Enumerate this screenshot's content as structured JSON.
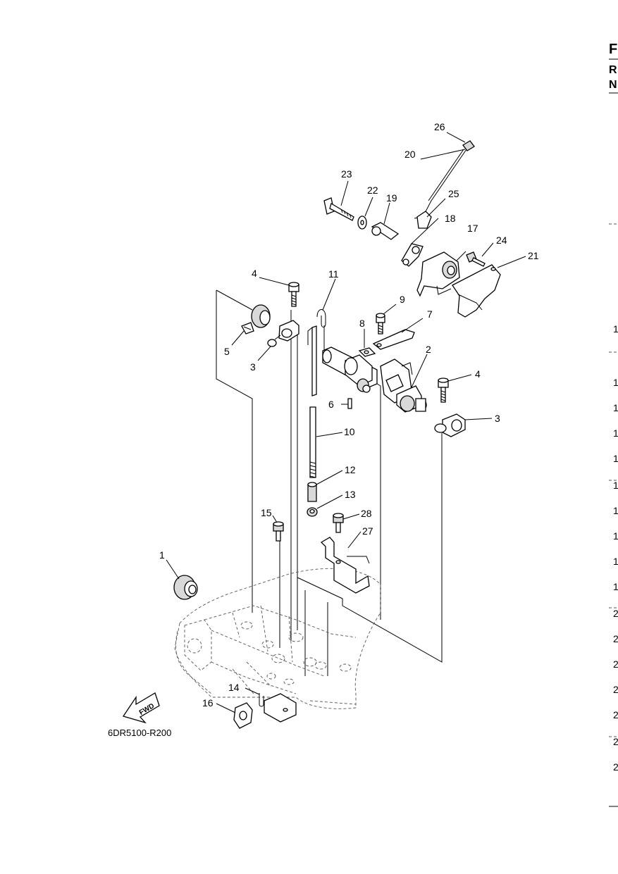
{
  "diagram_code": "6DR5100-R200",
  "fwd_label": "FWD",
  "header_fragments": [
    "F",
    "R",
    "N"
  ],
  "part_numbers": {
    "p1": "1",
    "p2": "2",
    "p3a": "3",
    "p3b": "3",
    "p4a": "4",
    "p4b": "4",
    "p5": "5",
    "p6": "6",
    "p7": "7",
    "p8": "8",
    "p9": "9",
    "p10": "10",
    "p11": "11",
    "p12": "12",
    "p13": "13",
    "p14": "14",
    "p15": "15",
    "p16": "16",
    "p17": "17",
    "p18": "18",
    "p19": "19",
    "p20": "20",
    "p21": "21",
    "p22": "22",
    "p23": "23",
    "p24": "24",
    "p25": "25",
    "p26": "26",
    "p27": "27",
    "p28": "28"
  },
  "right_edge_column": [
    "1",
    "1",
    "1",
    "1",
    "1",
    "1",
    "1",
    "1",
    "1",
    "1",
    "2",
    "2",
    "2",
    "2",
    "2",
    "2",
    "2"
  ]
}
